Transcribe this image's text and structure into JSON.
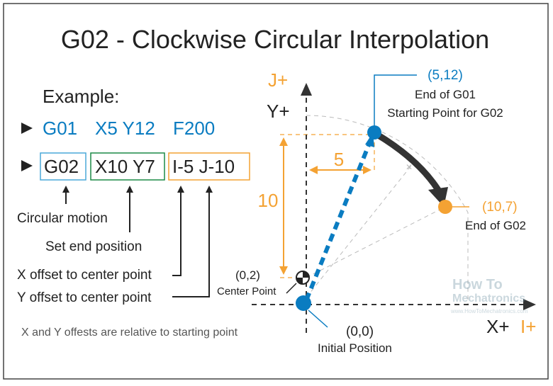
{
  "title": "G02 - Clockwise Circular Interpolation",
  "example": {
    "heading": "Example:",
    "line1": {
      "g": "G01",
      "xy": "X5 Y12",
      "f": "F200"
    },
    "line2": {
      "g": "G02",
      "xy": "X10 Y7",
      "ij": "I-5 J-10"
    }
  },
  "annotations": {
    "circular_motion": "Circular motion",
    "set_end": "Set end position",
    "x_offset": "X offset to center point",
    "y_offset": "Y offset to center point",
    "footnote": "X and Y offests are relative to starting point"
  },
  "axes": {
    "j_plus": "J+",
    "y_plus": "Y+",
    "x_plus": "X+",
    "i_plus": "I+"
  },
  "points": {
    "p512_coord": "(5,12)",
    "p512_line1": "End of G01",
    "p512_line2": "Starting Point for G02",
    "p107_coord": "(10,7)",
    "p107_label": "End of G02",
    "p02_coord": "(0,2)",
    "p02_label": "Center Point",
    "p00_coord": "(0,0)",
    "p00_label": "Initial Position"
  },
  "dims": {
    "i_value": "5",
    "j_value": "10"
  },
  "watermark": {
    "line1": "How To",
    "line2": "Mechatronics",
    "url": "www.HowToMechatronics.com"
  },
  "colors": {
    "blue": "#0a7cc1",
    "orange": "#f4a233",
    "green": "#1c8a46",
    "teal_box": "#4aa9d8",
    "dark": "#222222",
    "gray": "#555555"
  }
}
